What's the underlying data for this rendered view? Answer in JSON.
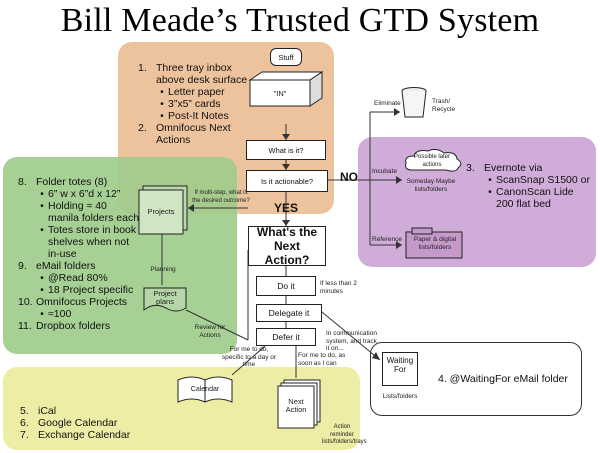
{
  "title": "Bill Meade’s Trusted GTD System",
  "tray_note": {
    "items": [
      {
        "num": "1.",
        "text": "Three tray inbox above desk surface"
      },
      {
        "bullet": "•",
        "text": "Letter paper"
      },
      {
        "bullet": "•",
        "text": "3”x5” cards"
      },
      {
        "bullet": "•",
        "text": "Post-It Notes"
      },
      {
        "num": "2.",
        "text": "Omnifocus Next Actions"
      }
    ]
  },
  "folder_note": {
    "items": [
      {
        "num": "8.",
        "text": "Folder totes (8)"
      },
      {
        "bullet": "•",
        "text": "6” w x 6”d x 12”"
      },
      {
        "bullet": "•",
        "text": "Holding ≈ 40 manila folders each"
      },
      {
        "bullet": "•",
        "text": "Totes store in book shelves when not in-use"
      },
      {
        "num": "9.",
        "text": "eMail folders"
      },
      {
        "bullet": "•",
        "text": "@Read 80%"
      },
      {
        "bullet": "•",
        "text": "18 Project specific"
      },
      {
        "num": "10.",
        "text": "Omnifocus Projects"
      },
      {
        "bullet": "•",
        "text": "≈100"
      },
      {
        "num": "11.",
        "text": "Dropbox folders"
      }
    ]
  },
  "evernote_note": {
    "items": [
      {
        "num": "3.",
        "text": "Evernote via"
      },
      {
        "bullet": "•",
        "text": "ScanSnap S1500 or"
      },
      {
        "bullet": "•",
        "text": "CanonScan Lide 200 flat bed"
      }
    ]
  },
  "calendar_note": {
    "items": [
      {
        "num": "5.",
        "text": "iCal"
      },
      {
        "num": "6.",
        "text": "Google Calendar"
      },
      {
        "num": "7.",
        "text": "Exchange Calendar"
      }
    ]
  },
  "waiting_note": "4. @WaitingFor eMail folder",
  "flow": {
    "stuff": "Stuff",
    "in": "\"IN\"",
    "what_is_it": "What is it?",
    "is_actionable": "Is it actionable?",
    "no": "NO",
    "yes": "YES",
    "next_action": "What's the Next Action?",
    "do_it": "Do it",
    "delegate_it": "Delegate it",
    "defer_it": "Defer it",
    "projects": "Projects",
    "project_plans": "Project plans",
    "planning": "Planning",
    "review": "Review for Actions",
    "multi_step": "If multi-step, what is the desired outcome?",
    "less_than": "If less than 2 minutes",
    "eliminate": "Eliminate",
    "trash": "Trash/ Recycle",
    "incubate": "Incubate",
    "possible": "Possible later actions",
    "someday": "Someday Maybe lists/folders",
    "reference": "Reference",
    "paper": "Paper & digital lists/folders",
    "in_comm": "In communication system, and track it on...",
    "waiting_for": "Waiting For",
    "lists_folders": "Lists/folders",
    "specific_day": "For me to do, specific to a day or time",
    "asap": "For me to do, as soon as I can",
    "calendar": "Calendar",
    "next_action_card": "Next Action",
    "action_reminder": "Action reminder lists/folders/trays"
  }
}
